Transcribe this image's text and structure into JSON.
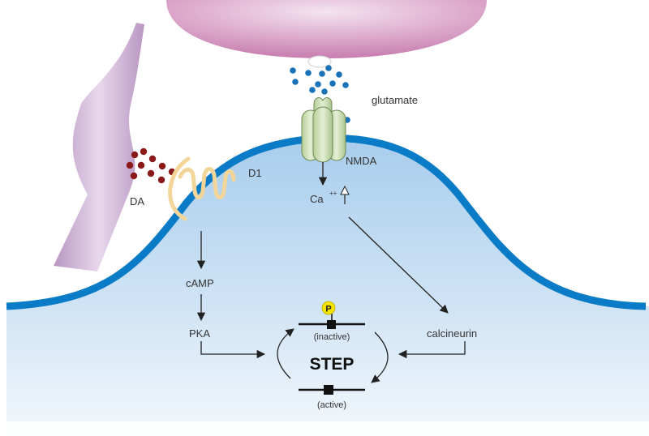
{
  "labels": {
    "glutamate": "glutamate",
    "nmda": "NMDA",
    "d1": "D1",
    "da": "DA",
    "ca": "Ca",
    "ca_superscript": "++",
    "camp": "cAMP",
    "pka": "PKA",
    "calcineurin": "calcineurin",
    "phospho": "P",
    "inactive": "(inactive)",
    "step": "STEP",
    "active": "(active)"
  },
  "colors": {
    "membrane": "#0a7bc6",
    "cytoplasm_light": "#e6f1fa",
    "cytoplasm_dark": "#a8cdec",
    "presynaptic_terminal": "#d79ac3",
    "dopamine_neuron": "#c7a8cf",
    "glutamate_dots": "#1a72b8",
    "dopamine_dots": "#8a1a1a",
    "nmda_receptor": "#c9dcb0",
    "d1_receptor": "#f3d59a",
    "phospho_badge": "#f5e400"
  },
  "icons": {
    "phospho": "phosphate-badge-icon",
    "ca_increase": "up-arrow-icon"
  }
}
